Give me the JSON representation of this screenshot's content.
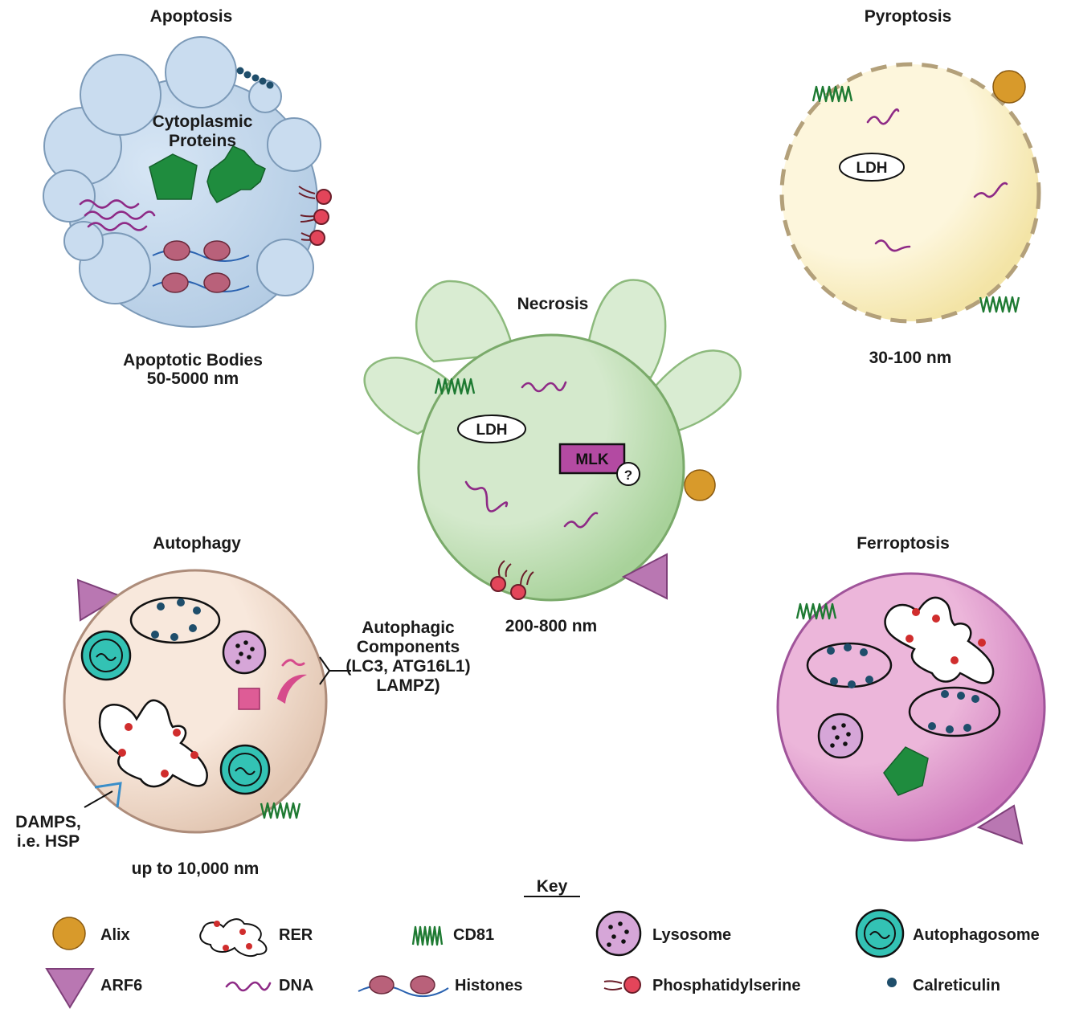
{
  "cells": {
    "apoptosis": {
      "title": "Apoptosis",
      "inner_label_1": "Cytoplasmic",
      "inner_label_2": "Proteins",
      "caption_1": "Apoptotic Bodies",
      "caption_2": "50-5000 nm"
    },
    "pyroptosis": {
      "title": "Pyroptosis",
      "ldh": "LDH",
      "caption": "30-100 nm"
    },
    "necrosis": {
      "title": "Necrosis",
      "ldh": "LDH",
      "mlk": "MLK",
      "question": "?",
      "caption": "200-800 nm"
    },
    "autophagy": {
      "title": "Autophagy",
      "components_1": "Autophagic",
      "components_2": "Components",
      "components_3": "(LC3, ATG16L1)",
      "components_4": "LAMPZ)",
      "damps_1": "DAMPS,",
      "damps_2": "i.e. HSP",
      "caption": "up to 10,000 nm"
    },
    "ferroptosis": {
      "title": "Ferroptosis"
    }
  },
  "key": {
    "title": "Key",
    "items": {
      "alix": "Alix",
      "rer": "RER",
      "cd81": "CD81",
      "lysosome": "Lysosome",
      "autophagosome": "Autophagosome",
      "arf6": "ARF6",
      "dna": "DNA",
      "histones": "Histones",
      "phosphatidylserine": "Phosphatidylserine",
      "calreticulin": "Calreticulin"
    }
  },
  "colors": {
    "apoptosis_fill": "#c9dcef",
    "apoptosis_stroke": "#7c9ab8",
    "pyroptosis_fill": "#fbf3d2",
    "pyroptosis_stroke": "#b3a07a",
    "necrosis_fill": "#cfe6c6",
    "necrosis_stroke": "#7aaa6a",
    "autophagy_fill": "#f6e5d8",
    "autophagy_stroke": "#ad8c7a",
    "ferroptosis_fill": "#e7a8d2",
    "ferroptosis_stroke": "#a0549a",
    "alix": "#d89a2b",
    "arf6": "#b977b2",
    "dna": "#8e2a86",
    "cd81": "#1e7a32",
    "protein": "#1f8c3e",
    "phosphatidylserine": "#e3455a",
    "calreticulin": "#1f4e6b",
    "rer_dot": "#d02d2d",
    "lysosome": "#d6a6d8",
    "autophagosome": "#33c2b4"
  }
}
